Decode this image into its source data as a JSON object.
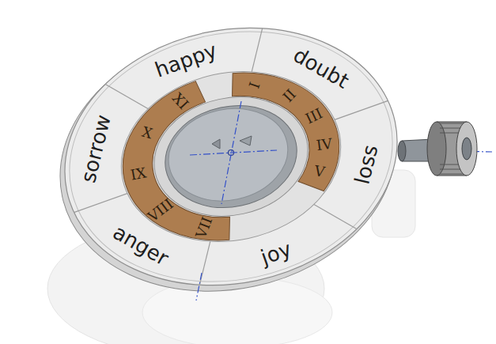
{
  "diagram": {
    "labels": [
      "happy",
      "doubt",
      "loss",
      "joy",
      "anger",
      "sorrow",
      "I",
      "II",
      "III",
      "IV",
      "V",
      "VII",
      "VIII",
      "IX",
      "X",
      "XI"
    ]
  }
}
